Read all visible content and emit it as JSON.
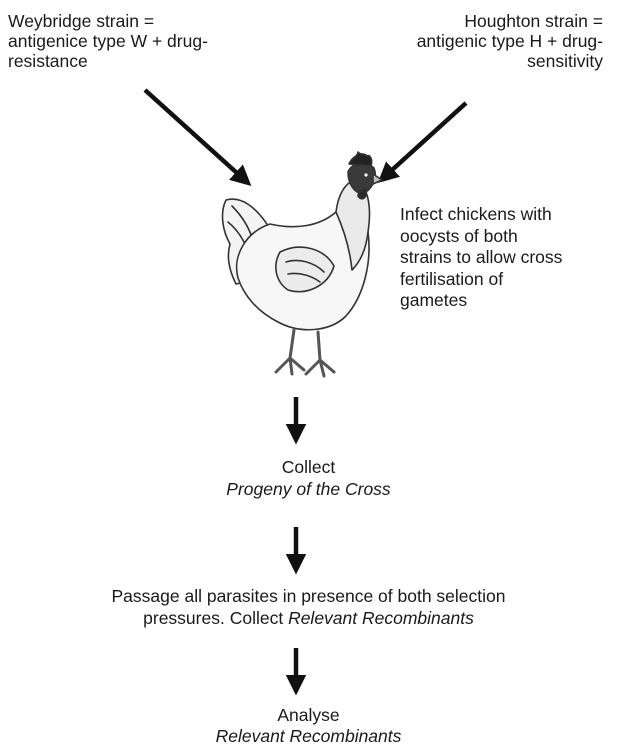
{
  "strains": {
    "weybridge": {
      "line1": "Weybridge strain =",
      "line2": "antigenice type W + drug-",
      "line3": "resistance"
    },
    "houghton": {
      "line1": "Houghton strain =",
      "line2": "antigenic type H + drug-",
      "line3": "sensitivity"
    }
  },
  "infect": {
    "line1": "Infect chickens with",
    "line2": "oocysts of both",
    "line3": "strains to allow cross",
    "line4": "fertilisation of",
    "line5": "gametes"
  },
  "steps": {
    "collect": {
      "verb": "Collect",
      "object": "Progeny of the Cross"
    },
    "passage": {
      "line1": "Passage all parasites in presence of both selection",
      "line2_plain": "pressures. Collect ",
      "line2_italic": "Relevant Recombinants"
    },
    "analyse": {
      "verb": "Analyse",
      "object": "Relevant Recombinants"
    }
  },
  "icons": {
    "chicken": "chicken-illustration",
    "arrows": "arrow-icon"
  },
  "colors": {
    "text": "#1a1a1a",
    "arrow": "#111111",
    "chicken_comb": "#222222"
  }
}
